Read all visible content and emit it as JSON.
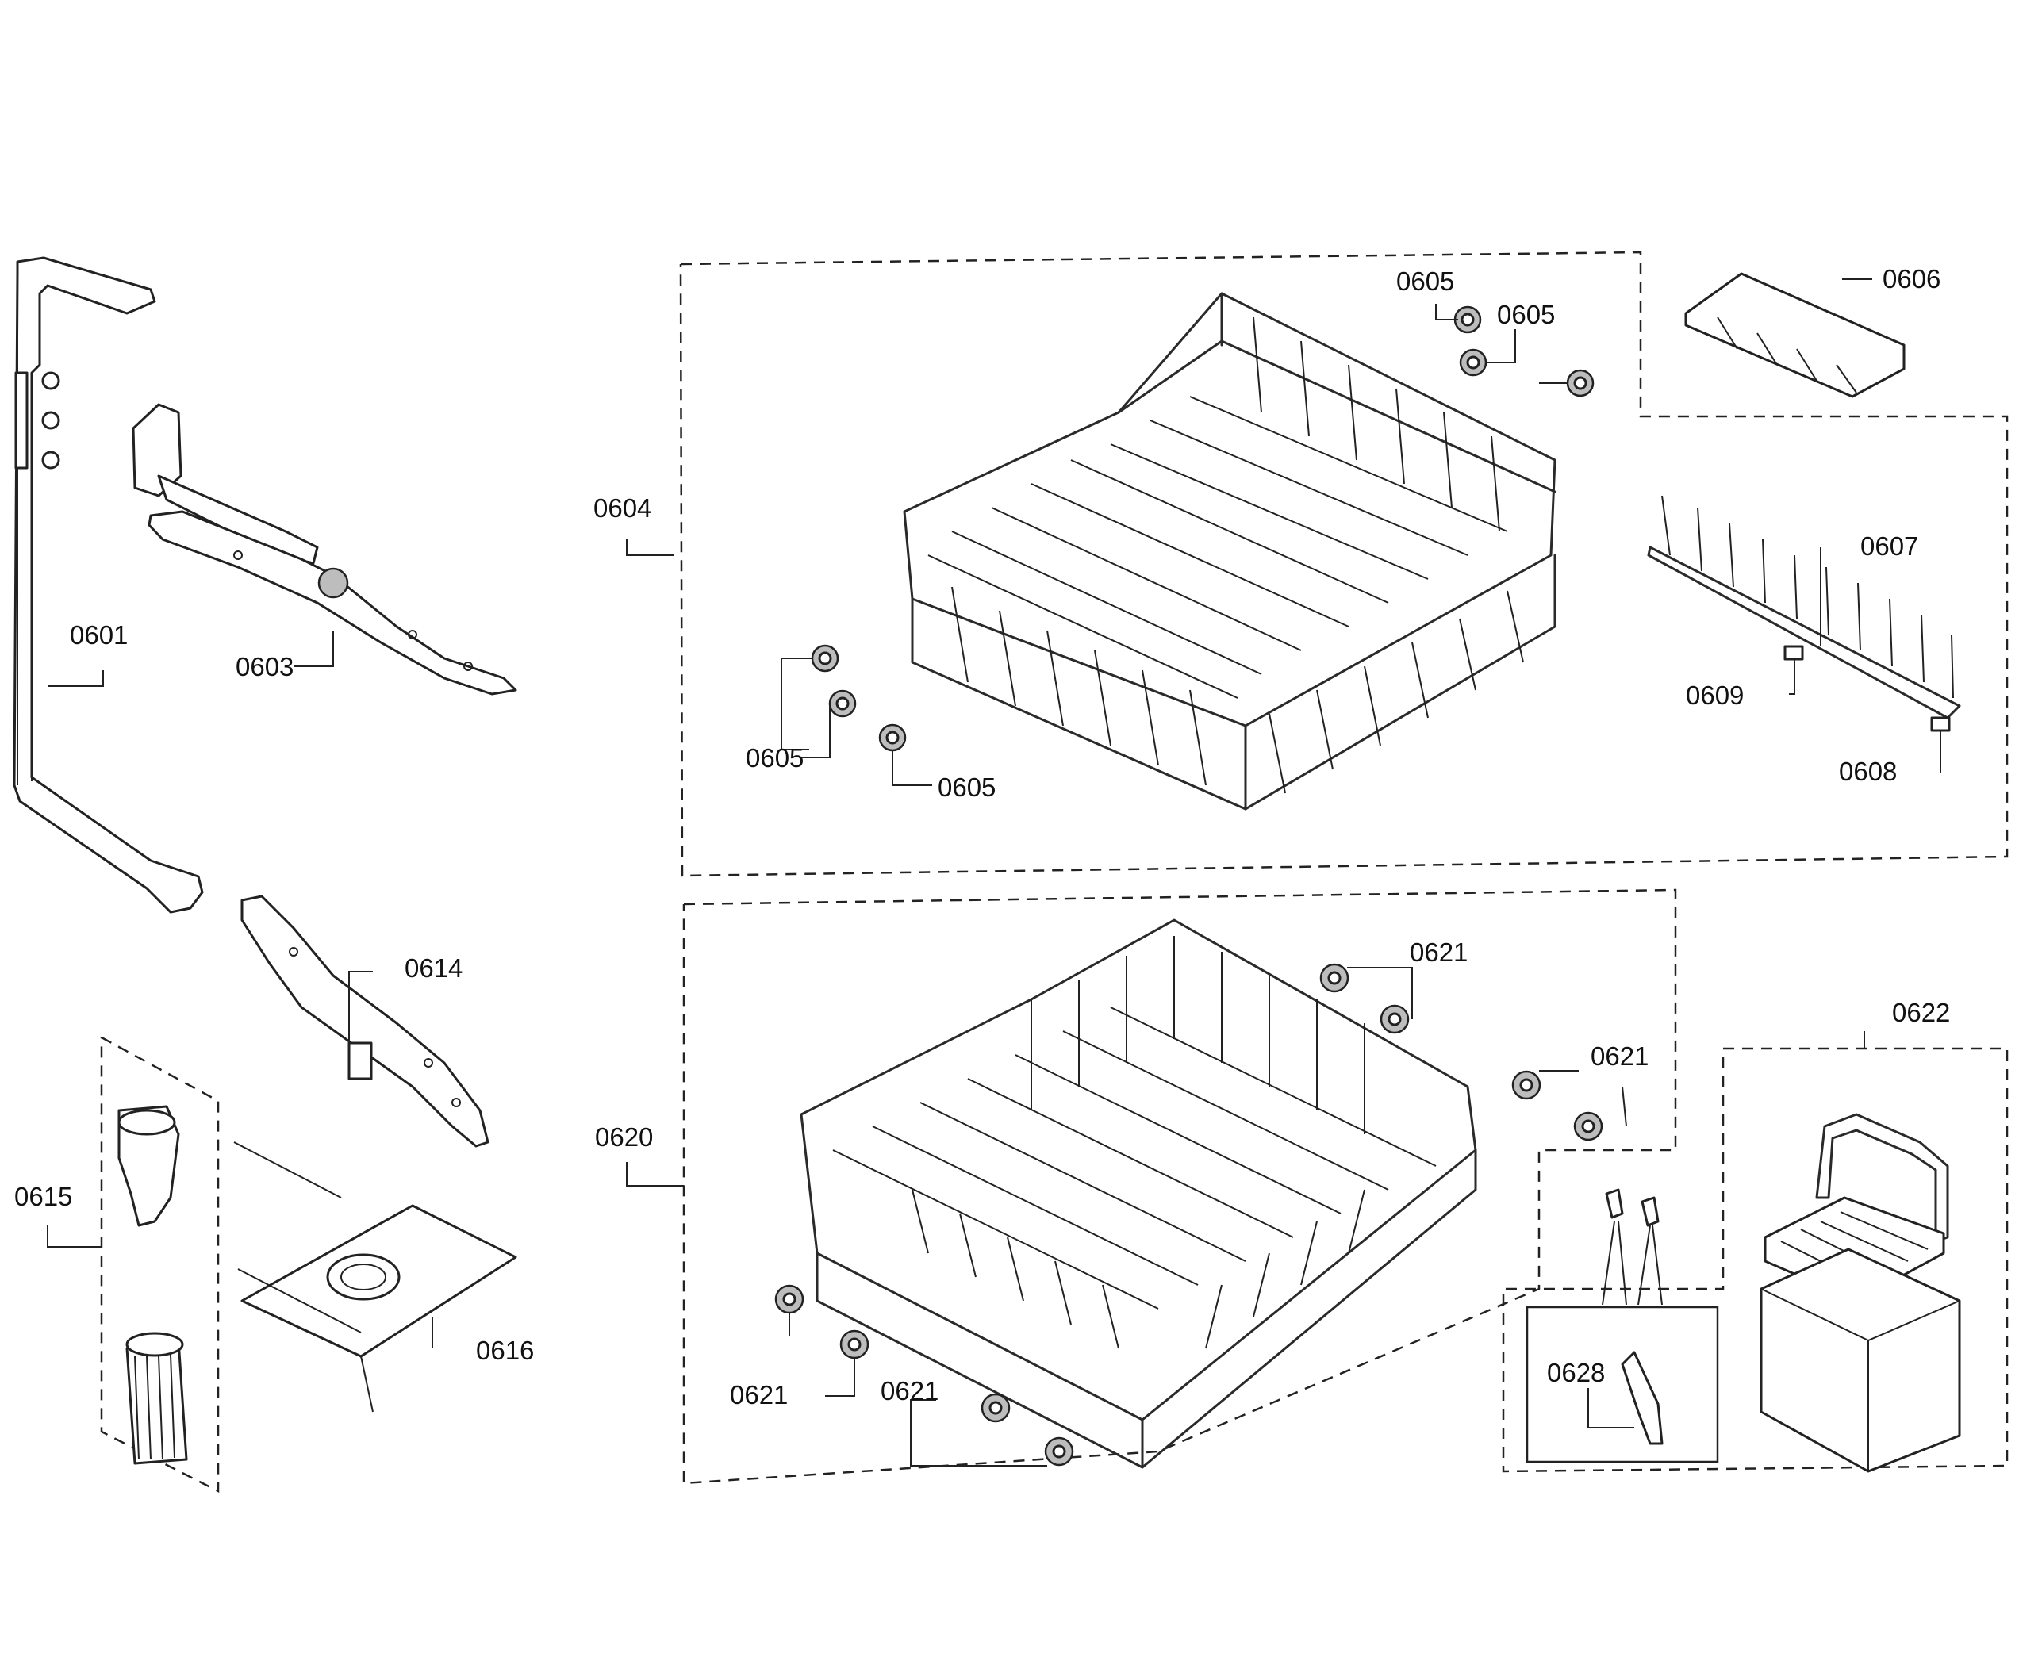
{
  "labels": {
    "p0601": "0601",
    "p0603": "0603",
    "p0604": "0604",
    "p0605": "0605",
    "p0606": "0606",
    "p0607": "0607",
    "p0608": "0608",
    "p0609": "0609",
    "p0614": "0614",
    "p0615": "0615",
    "p0616": "0616",
    "p0620": "0620",
    "p0621": "0621",
    "p0622": "0622",
    "p0628": "0628"
  }
}
